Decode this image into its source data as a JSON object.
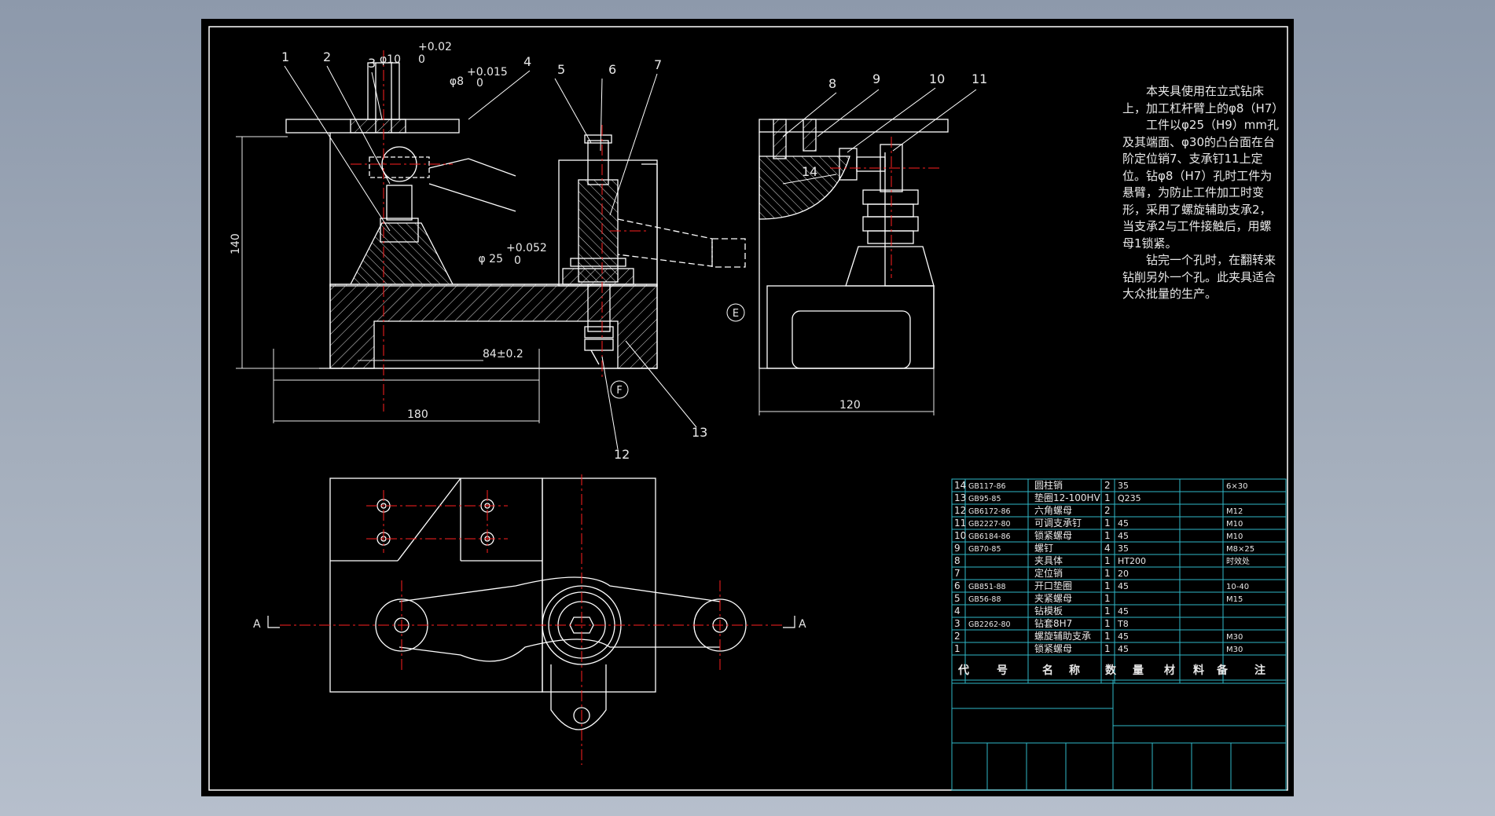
{
  "balloons": [
    "1",
    "2",
    "3",
    "4",
    "5",
    "6",
    "7",
    "8",
    "9",
    "10",
    "11",
    "12",
    "13",
    "14"
  ],
  "dims": {
    "hole10": "φ10",
    "hole10_upper": "+0.02",
    "hole10_lower": "0",
    "hole8": "φ8",
    "hole8_upper": "+0.015",
    "hole8_lower": "0",
    "hole25": "φ 25",
    "hole25_upper": "+0.052",
    "hole25_lower": "0",
    "height140": "140",
    "width180": "180",
    "center84": "84±0.2",
    "width120": "120"
  },
  "datums": {
    "e": "E",
    "f": "F"
  },
  "section_marks": {
    "left": "A",
    "right": "A"
  },
  "notes": [
    "本夹具使用在立式钻床上，加工杠杆臂上的φ8（H7）",
    "工件以φ25（H9）mm孔及其端面、φ30的凸台面在台阶定位销7、支承钉11上定位。钻φ8（H7）孔时工件为悬臂，为防止工件加工时变形，采用了螺旋辅助支承2，当支承2与工件接触后，用螺母1锁紧。",
    "钻完一个孔时，在翻转来钻削另外一个孔。此夹具适合大众批量的生产。"
  ],
  "bom": [
    {
      "no": "14",
      "code": "GB117-86",
      "name": "圆柱销",
      "qty": "2",
      "mat": "35",
      "note": "6×30"
    },
    {
      "no": "13",
      "code": "GB95-85",
      "name": "垫圈12-100HV",
      "qty": "1",
      "mat": "Q235",
      "note": ""
    },
    {
      "no": "12",
      "code": "GB6172-86",
      "name": "六角螺母",
      "qty": "2",
      "mat": "",
      "note": "M12"
    },
    {
      "no": "11",
      "code": "GB2227-80",
      "name": "可调支承钉",
      "qty": "1",
      "mat": "45",
      "note": "M10"
    },
    {
      "no": "10",
      "code": "GB6184-86",
      "name": "锁紧螺母",
      "qty": "1",
      "mat": "45",
      "note": "M10"
    },
    {
      "no": "9",
      "code": "GB70-85",
      "name": "螺钉",
      "qty": "4",
      "mat": "35",
      "note": "M8×25"
    },
    {
      "no": "8",
      "code": "",
      "name": "夹具体",
      "qty": "1",
      "mat": "HT200",
      "note": "时效处"
    },
    {
      "no": "7",
      "code": "",
      "name": "定位销",
      "qty": "1",
      "mat": "20",
      "note": ""
    },
    {
      "no": "6",
      "code": "GB851-88",
      "name": "开口垫圈",
      "qty": "1",
      "mat": "45",
      "note": "10-40"
    },
    {
      "no": "5",
      "code": "GB56-88",
      "name": "夹紧螺母",
      "qty": "1",
      "mat": "",
      "note": "M15"
    },
    {
      "no": "4",
      "code": "",
      "name": "钻模板",
      "qty": "1",
      "mat": "45",
      "note": ""
    },
    {
      "no": "3",
      "code": "GB2262-80",
      "name": "钻套8H7",
      "qty": "1",
      "mat": "T8",
      "note": ""
    },
    {
      "no": "2",
      "code": "",
      "name": "螺旋辅助支承",
      "qty": "1",
      "mat": "45",
      "note": "M30"
    },
    {
      "no": "1",
      "code": "",
      "name": "锁紧螺母",
      "qty": "1",
      "mat": "45",
      "note": "M30"
    }
  ],
  "title_block": {
    "header": [
      "代",
      "号",
      "名",
      "称",
      "数",
      "量",
      "材",
      "料",
      "备",
      "注"
    ]
  },
  "colors": {
    "background": "#000000",
    "line": "#ffffff",
    "center": "#ff2020",
    "table_grid": "#2fb8c8",
    "dim": "#e8e8e8"
  }
}
